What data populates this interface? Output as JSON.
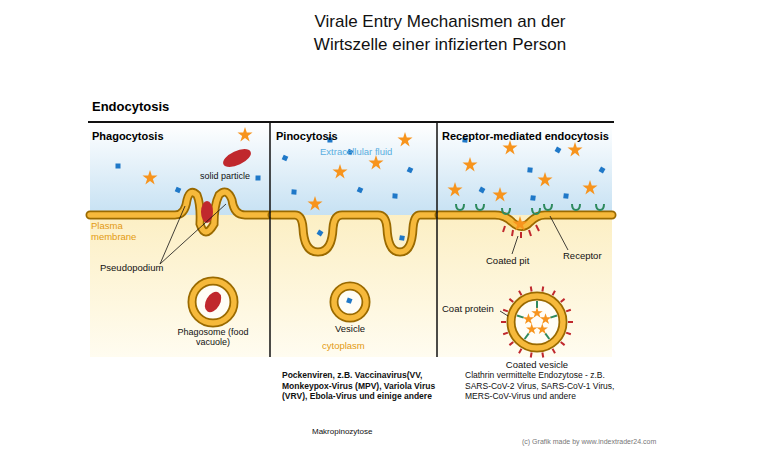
{
  "diagram": {
    "title": "Virale Entry Mechanismen an der Wirtszelle einer infizierten Person",
    "nodes": [
      {
        "text": [
          "Endocytosis"
        ]
      },
      {
        "text": [
          "Phagocytosis"
        ],
        "in": 0
      },
      {
        "text": [
          "Pinocytosis"
        ],
        "in": 0
      },
      {
        "text": [
          "Receptor-mediated endocytosis"
        ],
        "in": 0
      }
    ],
    "labels": [
      "solid particle",
      "Plasma membrane",
      "Pseudopodium",
      "Phagosome (food vacuole)",
      "Extracellular fluid",
      "Vesicle",
      "cytoplasm",
      "Coated pit",
      "Receptor",
      "Coat protein",
      "Coated vesicle",
      "Pockenviren, z.B. Vaccinavirus(VV, Monkeypox-Virus (MPV), Variola Virus (VRV), Ebola-Virus und einige andere",
      "Makropinozytose",
      "Clathrin vermittelte Endozytose - z.B. SARS-CoV-2 Virus, SARS-CoV-1 Virus, MERS-CoV-Virus und andere",
      "(c) Grafik made by www.indextrader24.com"
    ]
  }
}
